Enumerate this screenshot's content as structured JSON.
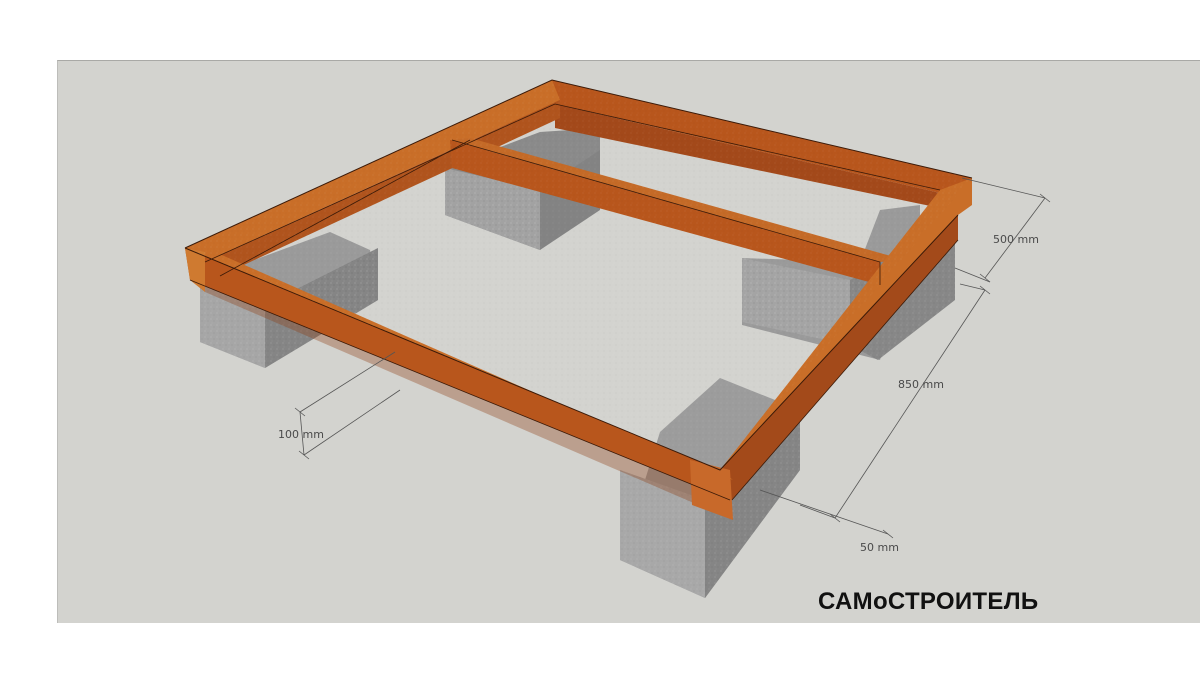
{
  "dimensions": {
    "height_label": "500 mm",
    "length_label": "850 mm",
    "beam_width_label": "100 mm",
    "offset_label": "50 mm"
  },
  "watermark": {
    "text": "САМоСТРОИТЕЛЬ"
  },
  "colors": {
    "wood_top": "#c96e28",
    "wood_side": "#b8561c",
    "wood_dark": "#8f3f14",
    "concrete_front": "#9c9c9c",
    "concrete_side": "#838383",
    "concrete_top": "#b4b4b4",
    "viewport_bg": "#d3d3cf"
  }
}
